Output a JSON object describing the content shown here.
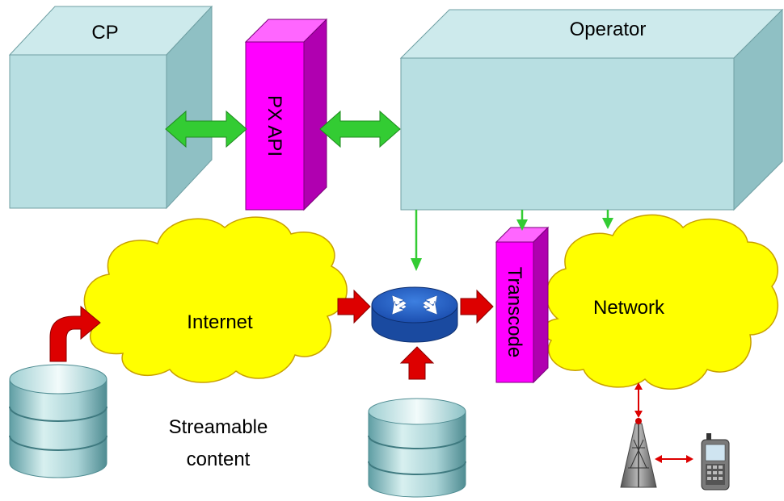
{
  "labels": {
    "cp": "CP",
    "operator": "Operator",
    "px_api": "PX API",
    "transcode": "Transcode",
    "internet": "Internet",
    "network": "Network",
    "streamable_line1": "Streamable",
    "streamable_line2": "content"
  },
  "colors": {
    "box_front": "#b8dfe2",
    "box_top": "#cdeaec",
    "box_side": "#8fc0c4",
    "magenta": "#ff00ff",
    "magenta_dark": "#b000b0",
    "cloud": "#ffff00",
    "green_arrow": "#33cc33",
    "red_arrow": "#dd0000"
  }
}
